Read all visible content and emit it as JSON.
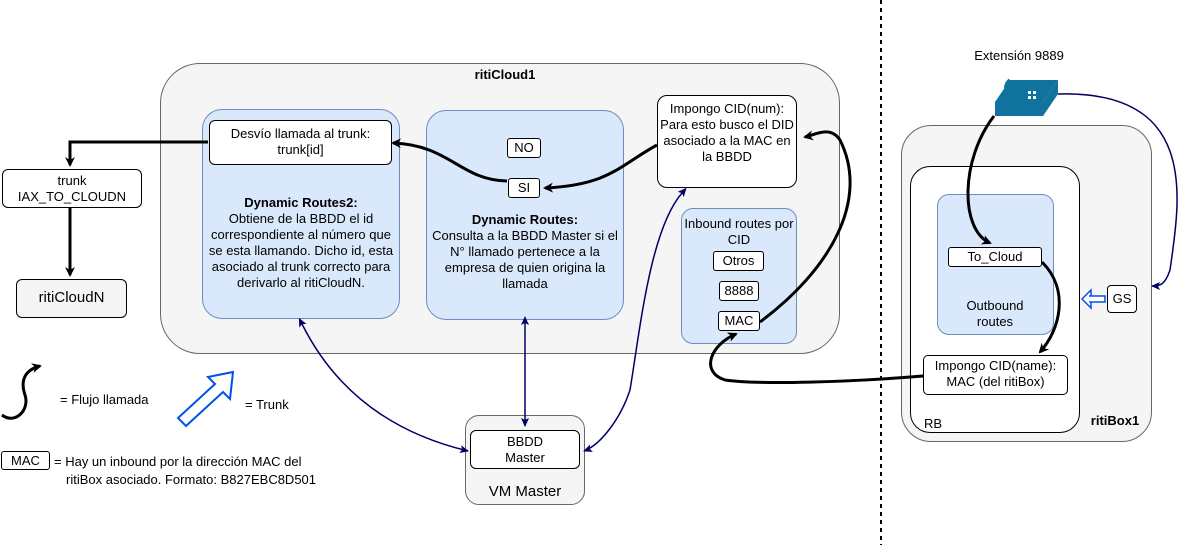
{
  "ritiCloud1": {
    "title": "ritiCloud1",
    "dr2_box": "Desvío llamada al trunk: trunk[id]",
    "dr2_title": "Dynamic Routes2:",
    "dr2_desc": "Obtiene de la BBDD el id correspondiente al número que se esta llamando. Dicho id, esta asociado al trunk correcto para derivarlo al ritiCloudN.",
    "dr_no": "NO",
    "dr_si": "SI",
    "dr_title": "Dynamic Routes:",
    "dr_desc": "Consulta a la BBDD Master si el N° llamado pertenece a la empresa de quien origina la llamada",
    "cid_box": "Impongo CID(num): Para esto busco el DID asociado a la MAC en la BBDD",
    "inbound_title": "Inbound routes por CID",
    "inbound_otros": "Otros",
    "inbound_8888": "8888",
    "inbound_mac": "MAC"
  },
  "trunk_label": "trunk IAX_TO_CLOUDN",
  "riticloudn": "ritiCloudN",
  "vm_master": {
    "bbdd": "BBDD Master",
    "label": "VM Master"
  },
  "extension": "Extensión 9889",
  "ritiBox1": {
    "title": "ritiBox1",
    "rb": "RB",
    "to_cloud": "To_Cloud",
    "outbound": "Outbound routes",
    "cid_name": "Impongo CID(name): MAC (del ritiBox)",
    "gs": "GS"
  },
  "legend": {
    "flujo": "= Flujo llamada",
    "trunk": "= Trunk",
    "mac_tag": "MAC",
    "mac_desc_1": "= Hay un inbound  por la dirección MAC del",
    "mac_desc_2": "ritiBox asociado. Formato: B827EBC8D501"
  },
  "colors": {
    "grey_fill": "#f5f5f5",
    "blue_fill": "#dae8fc",
    "blue_stroke": "#6c8ebf",
    "navy": "#000066",
    "phone": "#10739e",
    "trunk_arrow": "#0050ef"
  }
}
